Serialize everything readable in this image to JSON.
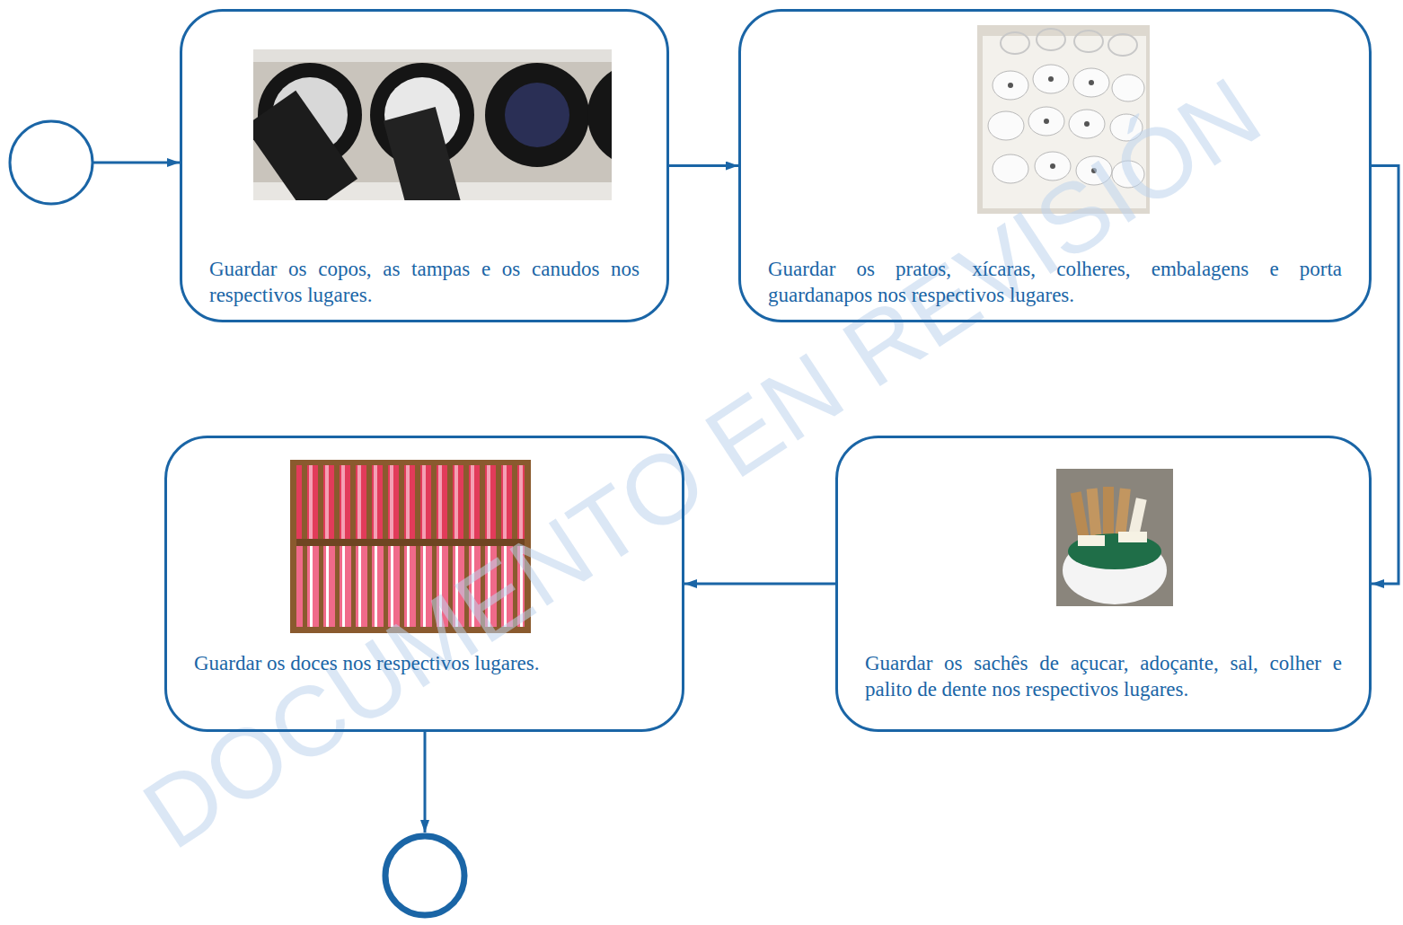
{
  "diagram": {
    "nodes": [
      {
        "text": [
          "Guardar os copos, as tampas e os canudos nos respectivos lugares."
        ]
      },
      {
        "text": [
          "Guardar os pratos, xícaras, colheres, embalagens e porta guardanapos nos respectivos lugares."
        ]
      },
      {
        "text": [
          "Guardar os sachês de açucar, adoçante, sal, colher e palito de dente nos respectivos lugares."
        ]
      },
      {
        "text": [
          "Guardar os doces nos respectivos lugares."
        ]
      }
    ],
    "edges": [
      {
        "from": 0,
        "to": 1,
        "arrow": "to"
      },
      {
        "from": 1,
        "to": 2,
        "arrow": "to"
      },
      {
        "from": 2,
        "to": 3,
        "arrow": "to"
      }
    ],
    "labels": [
      "DOCUMENTO EN REVISIÓN"
    ]
  }
}
